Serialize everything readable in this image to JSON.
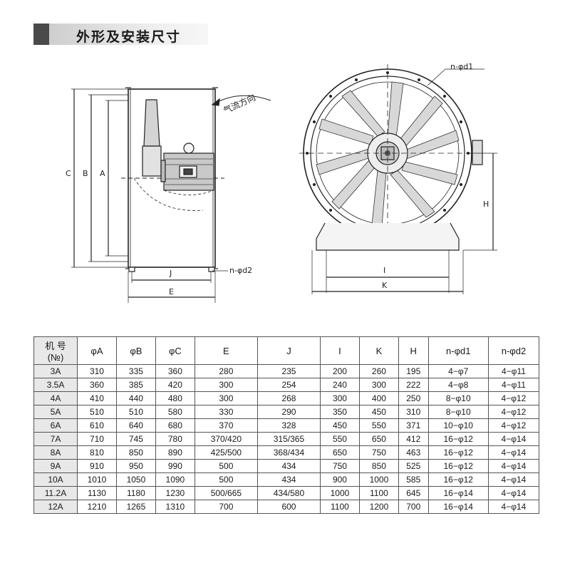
{
  "section_title": "外形及安装尺寸",
  "drawing_labels": {
    "side": {
      "A": "A",
      "B": "B",
      "C": "C",
      "J": "J",
      "E": "E",
      "airflow": "气流方向",
      "d2": "n-φd2"
    },
    "front": {
      "d1": "n-φd1",
      "H": "H",
      "I": "I",
      "K": "K"
    }
  },
  "table": {
    "headers": [
      "机 号\n(№)",
      "φA",
      "φB",
      "φC",
      "E",
      "J",
      "I",
      "K",
      "H",
      "n-φd1",
      "n-φd2"
    ],
    "rows": [
      [
        "3A",
        "310",
        "335",
        "360",
        "280",
        "235",
        "200",
        "260",
        "195",
        "4−φ7",
        "4−φ11"
      ],
      [
        "3.5A",
        "360",
        "385",
        "420",
        "300",
        "254",
        "240",
        "300",
        "222",
        "4−φ8",
        "4−φ11"
      ],
      [
        "4A",
        "410",
        "440",
        "480",
        "300",
        "268",
        "300",
        "400",
        "250",
        "8−φ10",
        "4−φ12"
      ],
      [
        "5A",
        "510",
        "510",
        "580",
        "330",
        "290",
        "350",
        "450",
        "310",
        "8−φ10",
        "4−φ12"
      ],
      [
        "6A",
        "610",
        "640",
        "680",
        "370",
        "328",
        "450",
        "550",
        "371",
        "10−φ10",
        "4−φ12"
      ],
      [
        "7A",
        "710",
        "745",
        "780",
        "370/420",
        "315/365",
        "550",
        "650",
        "412",
        "16−φ12",
        "4−φ14"
      ],
      [
        "8A",
        "810",
        "850",
        "890",
        "425/500",
        "368/434",
        "650",
        "750",
        "463",
        "16−φ12",
        "4−φ14"
      ],
      [
        "9A",
        "910",
        "950",
        "990",
        "500",
        "434",
        "750",
        "850",
        "525",
        "16−φ12",
        "4−φ14"
      ],
      [
        "10A",
        "1010",
        "1050",
        "1090",
        "500",
        "434",
        "900",
        "1000",
        "585",
        "16−φ12",
        "4−φ14"
      ],
      [
        "11.2A",
        "1130",
        "1180",
        "1230",
        "500/665",
        "434/580",
        "1000",
        "1100",
        "645",
        "16−φ14",
        "4−φ14"
      ],
      [
        "12A",
        "1210",
        "1265",
        "1310",
        "700",
        "600",
        "1100",
        "1200",
        "700",
        "16−φ14",
        "4−φ14"
      ]
    ]
  }
}
